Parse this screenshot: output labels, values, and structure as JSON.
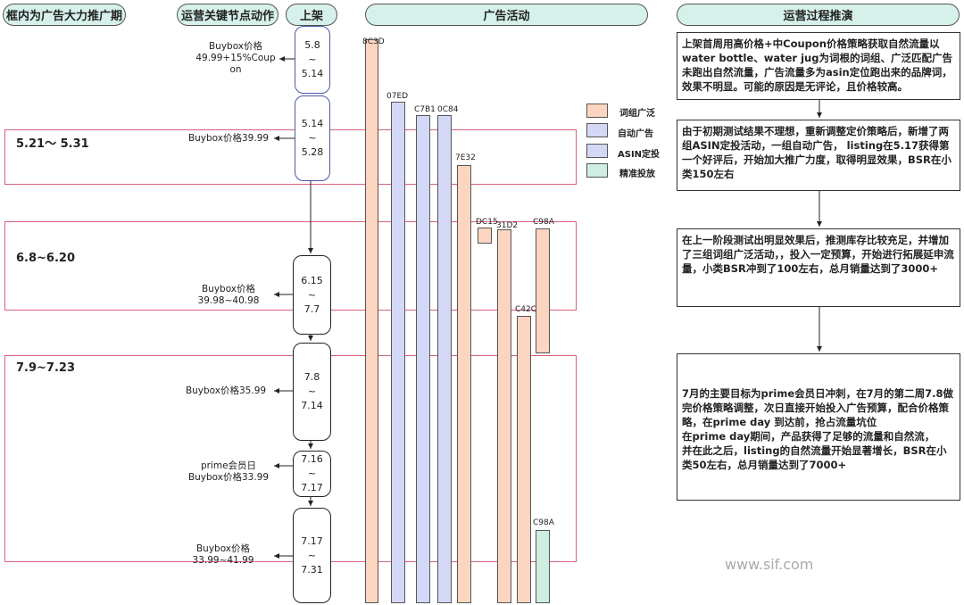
{
  "headers": {
    "col1": "框内为广告大力推广期",
    "col2": "运营关键节点动作",
    "col3": "上架",
    "col4": "广告活动",
    "col5": "运营过程推演"
  },
  "bands": [
    {
      "label": "5.21～ 5.31"
    },
    {
      "label": "6.8~6.20"
    },
    {
      "label": "7.9~7.23"
    }
  ],
  "nodes": [
    {
      "l1": "5.8",
      "l2": "~",
      "l3": "5.14"
    },
    {
      "l1": "5.14",
      "l2": "~",
      "l3": "5.28"
    },
    {
      "l1": "6.15",
      "l2": "~",
      "l3": "7.7"
    },
    {
      "l1": "7.8",
      "l2": "~",
      "l3": "7.14"
    },
    {
      "l1": "7.16",
      "l2": "~",
      "l3": "7.17"
    },
    {
      "l1": "7.17",
      "l2": "~",
      "l3": "7.31"
    }
  ],
  "notes": [
    {
      "l1": "Buybox价格",
      "l2": "49.99+15%Coup",
      "l3": "on"
    },
    {
      "l1": "Buybox价格39.99",
      "l2": "",
      "l3": ""
    },
    {
      "l1": "Buybox价格",
      "l2": "39.98~40.98",
      "l3": ""
    },
    {
      "l1": "Buybox价格35.99",
      "l2": "",
      "l3": ""
    },
    {
      "l1": "prime会员日",
      "l2": "Buybox价格33.99",
      "l3": ""
    },
    {
      "l1": "Buybox价格",
      "l2": "33.99~41.99",
      "l3": ""
    }
  ],
  "ad_bars": [
    {
      "id": "8C3D",
      "type": "broad"
    },
    {
      "id": "07ED",
      "type": "auto"
    },
    {
      "id": "C7B1",
      "type": "auto"
    },
    {
      "id": "0C84",
      "type": "auto"
    },
    {
      "id": "7E32",
      "type": "broad"
    },
    {
      "id": "DC15",
      "type": "broad"
    },
    {
      "id": "31D2",
      "type": "broad"
    },
    {
      "id": "C98A",
      "type": "broad"
    },
    {
      "id": "C42C",
      "type": "broad"
    },
    {
      "id": "C98A",
      "type": "exact"
    }
  ],
  "legend": [
    {
      "label": "词组广泛",
      "color": "#fbd5bf"
    },
    {
      "label": "自动广告",
      "color": "#d3d8f6"
    },
    {
      "label": "ASIN定投",
      "color": "#d3d8f6"
    },
    {
      "label": "精准投放",
      "color": "#cdeee1"
    }
  ],
  "steps": [
    "上架首周用高价格+中Coupon价格策略获取自然流量以water bottle、water jug为词根的词组、广泛匹配广告未跑出自然流量，广告流量多为asin定位跑出来的品牌词，效果不明显。可能的原因是无评论，且价格较高。",
    "由于初期测试结果不理想，重新调整定价策略后，新增了两组ASIN定投活动，一组自动广告，  listing在5.17获得第一个好评后，开始加大推广力度，取得明显效果，BSR在小类150左右",
    "在上一阶段测试出明显效果后，推测库存比较充足，并增加了三组词组广泛活动，，投入一定预算，开始进行拓展延申流量，小类BSR冲到了100左右，总月销量达到了3000+",
    "7月的主要目标为prime会员日冲刺，在7月的第二周7.8做完价格策略调整，次日直接开始投入广告预算，配合价格策略，在prime day 到达前，抢占流量坑位\n在prime day期间，产品获得了足够的流量和自然流，\n并在此之后，listing的自然流量开始显著增长，BSR在小类50左右，总月销量达到了7000+"
  ],
  "watermark": "www.sif.com"
}
